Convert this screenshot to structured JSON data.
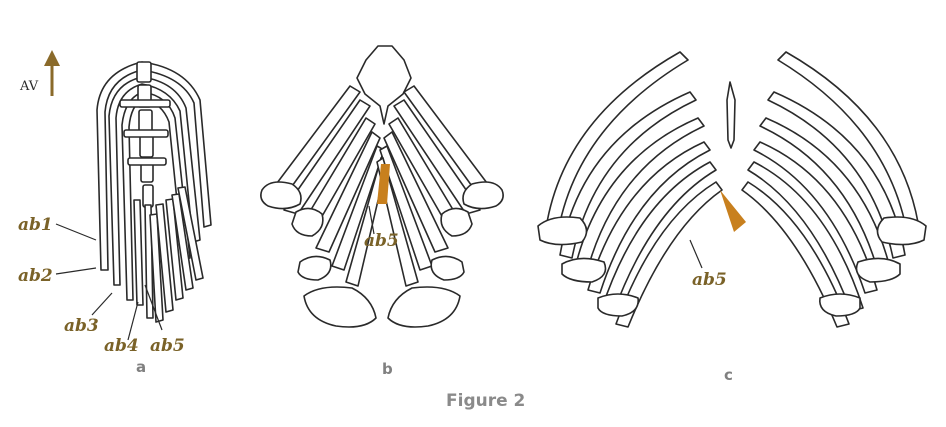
{
  "figure": {
    "caption": "Figure 2",
    "orientation_label": "AV",
    "accent_color": "#c8801e",
    "label_color": "#7a6228",
    "panels": [
      {
        "id": "a",
        "label": "a"
      },
      {
        "id": "b",
        "label": "b"
      },
      {
        "id": "c",
        "label": "c"
      }
    ],
    "labels": {
      "a": [
        "ab1",
        "ab2",
        "ab3",
        "ab4",
        "ab5"
      ],
      "b": [
        "ab5"
      ],
      "c": [
        "ab5"
      ]
    }
  }
}
